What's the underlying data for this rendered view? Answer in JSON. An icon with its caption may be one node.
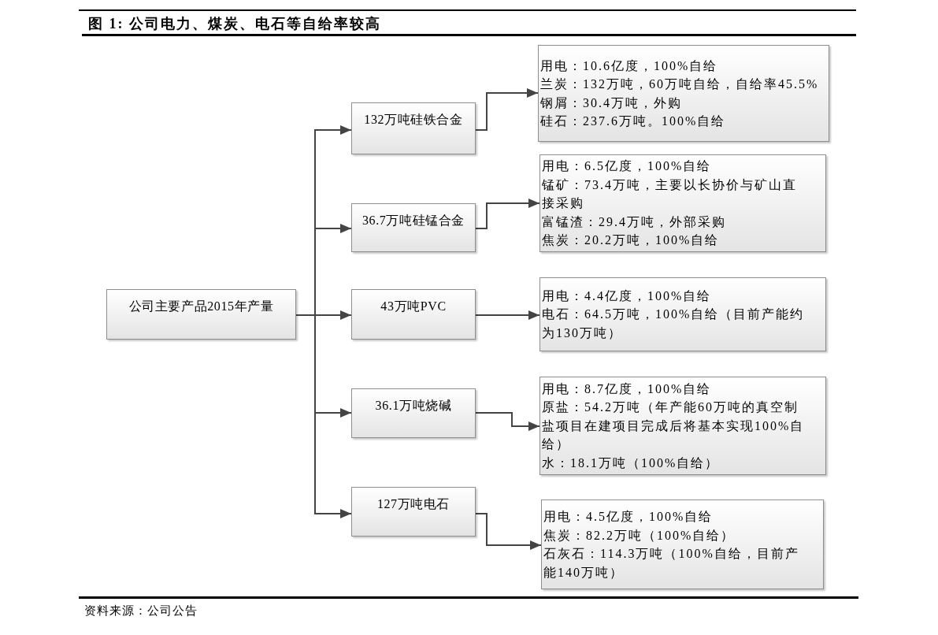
{
  "diagram": {
    "title": "图 1: 公司电力、煤炭、电石等自给率较高",
    "caption": "资料来源：公司公告",
    "nodes": [
      {
        "text": [
          "公司主要产品2015年产量"
        ]
      },
      {
        "text": [
          "132万吨硅铁合金"
        ]
      },
      {
        "text": [
          "36.7万吨硅锰合金"
        ]
      },
      {
        "text": [
          "43万吨PVC"
        ]
      },
      {
        "text": [
          "36.1万吨烧碱"
        ]
      },
      {
        "text": [
          "127万吨电石"
        ]
      },
      {
        "text": [
          "用电：10.6亿度，100%自给",
          "兰炭：132万吨，60万吨自给，自给率45.5%",
          "钢屑：30.4万吨，外购",
          "硅石：237.6万吨。100%自给"
        ]
      },
      {
        "text": [
          "用电：6.5亿度，100%自给",
          "锰矿：73.4万吨，主要以长协价与矿山直接采购",
          "富锰渣：29.4万吨，外部采购",
          "焦炭：20.2万吨，100%自给"
        ]
      },
      {
        "text": [
          "用电：4.4亿度，100%自给",
          "电石：64.5万吨，100%自给（目前产能约为130万吨）"
        ]
      },
      {
        "text": [
          "用电：8.7亿度，100%自给",
          "原盐：54.2万吨（年产能60万吨的真空制盐项目在建项目完成后将基本实现100%自给）",
          "水：18.1万吨（100%自给）"
        ]
      },
      {
        "text": [
          "用电：4.5亿度，100%自给",
          "焦炭：82.2万吨（100%自给）",
          "石灰石：114.3万吨（100%自给，目前产能140万吨）"
        ]
      }
    ],
    "edges": [
      {
        "from": 0,
        "to": 1,
        "arrow": "to"
      },
      {
        "from": 0,
        "to": 2,
        "arrow": "to"
      },
      {
        "from": 0,
        "to": 3,
        "arrow": "to"
      },
      {
        "from": 0,
        "to": 4,
        "arrow": "to"
      },
      {
        "from": 0,
        "to": 5,
        "arrow": "to"
      },
      {
        "from": 1,
        "to": 6,
        "arrow": "to"
      },
      {
        "from": 2,
        "to": 7,
        "arrow": "to"
      },
      {
        "from": 3,
        "to": 8,
        "arrow": "to"
      },
      {
        "from": 4,
        "to": 9,
        "arrow": "to"
      },
      {
        "from": 5,
        "to": 10,
        "arrow": "to"
      }
    ]
  }
}
